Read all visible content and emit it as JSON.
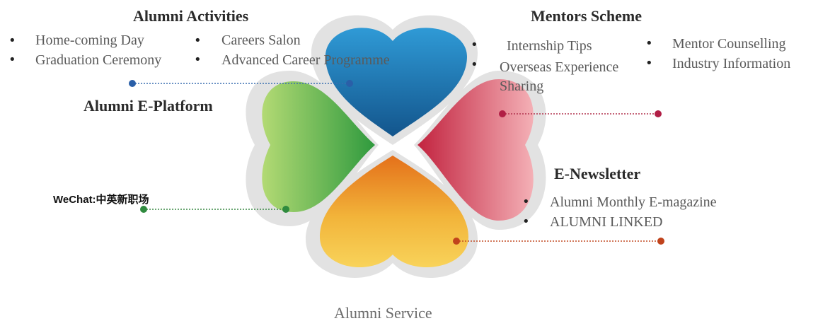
{
  "center": {
    "caption": "Alumni Service"
  },
  "sections": {
    "alumni_activities": {
      "heading": "Alumni Activities",
      "items": [
        "Home-coming Day",
        "Graduation Ceremony",
        "Careers Salon",
        "Advanced Career Programme"
      ],
      "color": "#1f73ad"
    },
    "mentors_scheme": {
      "heading": "Mentors Scheme",
      "items": [
        "Internship Tips",
        "Overseas Experience Sharing",
        "Mentor Counselling",
        "Industry Information"
      ],
      "color": "#c0294a"
    },
    "alumni_e_platform": {
      "heading": "Alumni E-Platform",
      "color": "#3aa344"
    },
    "e_newsletter": {
      "heading": "E-Newsletter",
      "items": [
        "Alumni Monthly E-magazine",
        "ALUMNI LINKED"
      ],
      "color": "#cc5a1e"
    }
  },
  "watermark": "WeChat:中英新职场",
  "colors": {
    "blue_top": "#2f9ad6",
    "blue_bottom": "#13558c",
    "red_top": "#f2a0a8",
    "red_bottom": "#c2233f",
    "green_top": "#a8d36a",
    "green_bottom": "#2f9a3e",
    "orange_top": "#e8781c",
    "orange_bottom": "#f6c84a",
    "halo": "#dcdcdc"
  }
}
